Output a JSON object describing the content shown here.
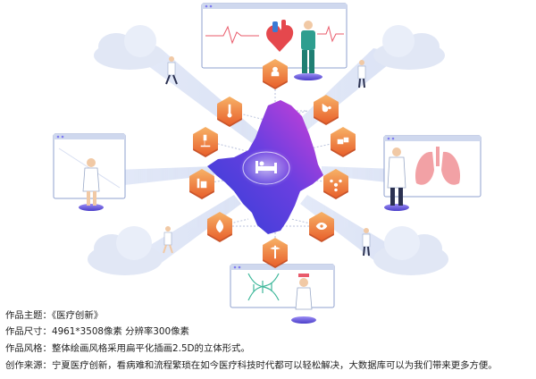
{
  "captions": {
    "theme_label": "作品主题：",
    "theme_value": "《医疗创新》",
    "size_label": "作品尺寸：",
    "size_value": "4961*3508像素   分辨率300像素",
    "style_label": "作品风格：",
    "style_value": "整体绘画风格采用扁平化插画2.5D的立体形式。",
    "source_label": "创作来源：",
    "source_value": "宁夏医疗创新，看病难和流程繁琐在如今医疗科技时代都可以轻松解决，大数据库可以为我们带来更多方便。"
  },
  "colors": {
    "map_gradient_start": "#2f3fd6",
    "map_gradient_end": "#c93bd8",
    "hex_gradient_top": "#f7b267",
    "hex_gradient_bottom": "#e8612c",
    "cloud": "#dfe6f5",
    "screen_frame": "#7f7cf0",
    "beam": "#c8d2ee"
  },
  "icons": [
    "doctor-avatar-icon",
    "stethoscope-icon",
    "thermometer-icon",
    "pills-icon",
    "microscope-icon",
    "molecule-icon",
    "lab-flask-icon",
    "eye-icon",
    "fire-icon",
    "caduceus-icon",
    "hospital-bed-icon"
  ]
}
